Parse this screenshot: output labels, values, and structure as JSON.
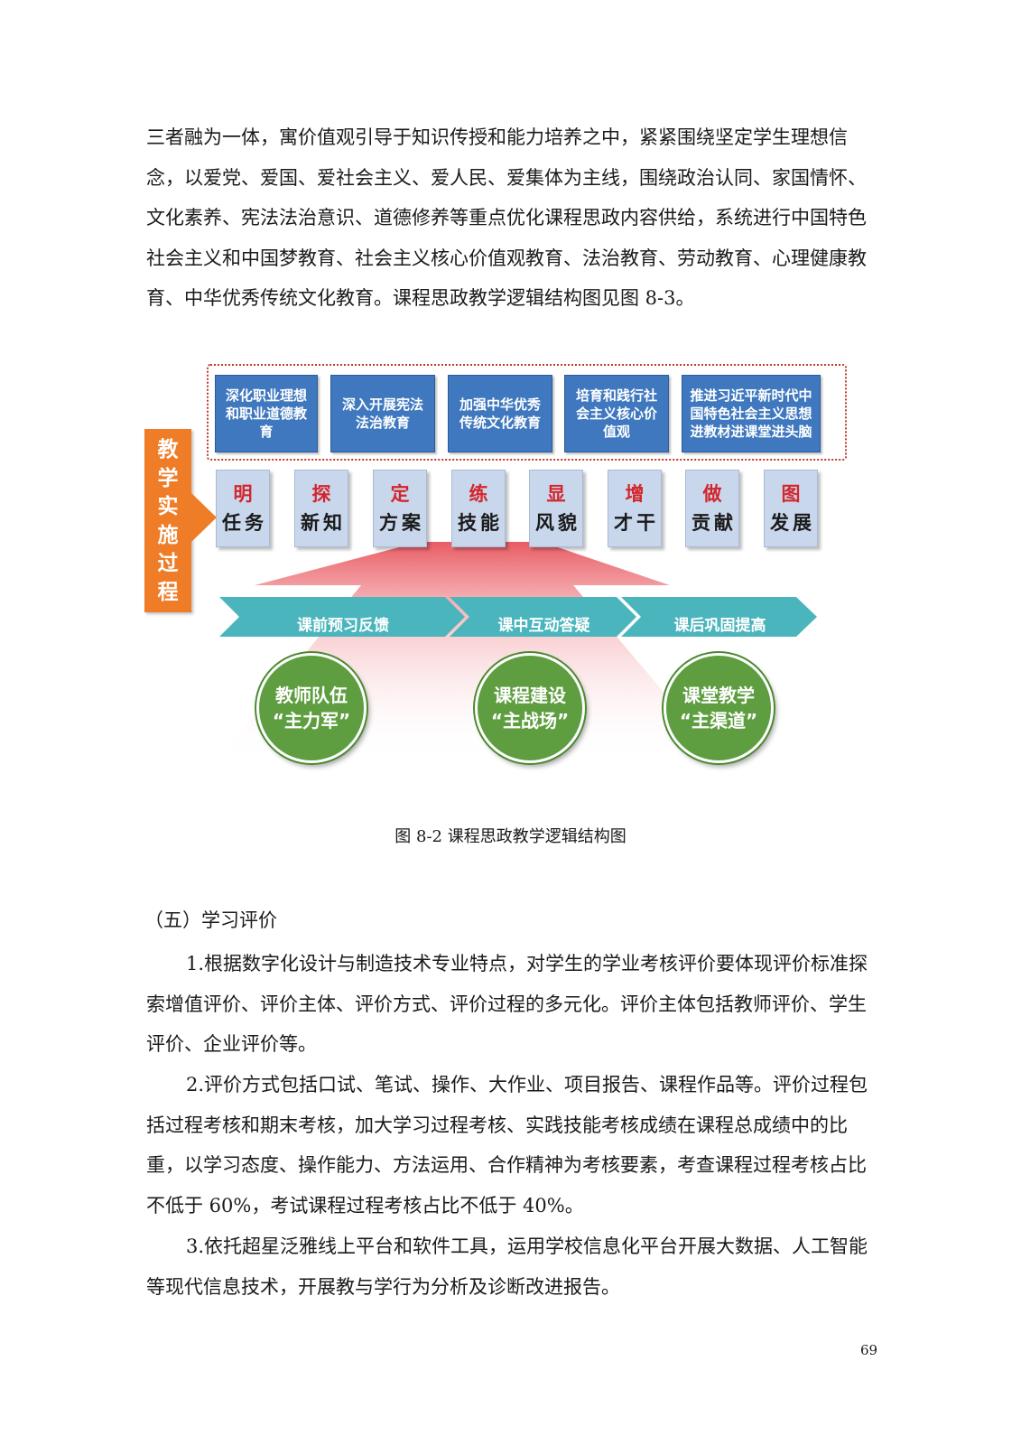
{
  "intro_paragraph": "三者融为一体，寓价值观引导于知识传授和能力培养之中，紧紧围绕坚定学生理想信念，以爱党、爱国、爱社会主义、爱人民、爱集体为主线，围绕政治认同、家国情怀、文化素养、宪法法治意识、道德修养等重点优化课程思政内容供给，系统进行中国特色社会主义和中国梦教育、社会主义核心价值观教育、法治教育、劳动教育、心理健康教育、中华优秀传统文化教育。课程思政教学逻辑结构图见图 8-3。",
  "diagram": {
    "topics": [
      "深化职业理想和职业道德教育",
      "深入开展宪法法治教育",
      "加强中华优秀传统文化教育",
      "培育和践行社会主义核心价值观",
      "推进习近平新时代中国特色社会主义思想进教材进课堂进头脑"
    ],
    "vertical_label": [
      "教",
      "学",
      "实",
      "施",
      "过",
      "程"
    ],
    "steps": [
      {
        "top": "明",
        "bottom": "任务"
      },
      {
        "top": "探",
        "bottom": "新知"
      },
      {
        "top": "定",
        "bottom": "方案"
      },
      {
        "top": "练",
        "bottom": "技能"
      },
      {
        "top": "显",
        "bottom": "风貌"
      },
      {
        "top": "增",
        "bottom": "才干"
      },
      {
        "top": "做",
        "bottom": "贡献"
      },
      {
        "top": "图",
        "bottom": "发展"
      }
    ],
    "stages": [
      "课前预习反馈",
      "课中互动答疑",
      "课后巩固提高"
    ],
    "pillars": [
      {
        "line1": "教师队伍",
        "line2": "“主力军”"
      },
      {
        "line1": "课程建设",
        "line2": "“主战场”"
      },
      {
        "line1": "课堂教学",
        "line2": "“主渠道”"
      }
    ],
    "colors": {
      "topic_blue": "#3f78bf",
      "label_orange": "#ef7d28",
      "step_bg": "#c9d7ec",
      "step_red": "#d3262b",
      "stage_teal": "#4bb5bd",
      "pillar_green": "#5e9e40",
      "frame_red": "#c0392b"
    }
  },
  "caption": "图 8-2 课程思政教学逻辑结构图",
  "section_heading": "（五）学习评价",
  "item1": "1.根据数字化设计与制造技术专业特点，对学生的学业考核评价要体现评价标准探索增值评价、评价主体、评价方式、评价过程的多元化。评价主体包括教师评价、学生评价、企业评价等。",
  "item2": "2.评价方式包括口试、笔试、操作、大作业、项目报告、课程作品等。评价过程包括过程考核和期末考核，加大学习过程考核、实践技能考核成绩在课程总成绩中的比重，以学习态度、操作能力、方法运用、合作精神为考核要素，考查课程过程考核占比不低于 60%，考试课程过程考核占比不低于 40%。",
  "item3": "3.依托超星泛雅线上平台和软件工具，运用学校信息化平台开展大数据、人工智能等现代信息技术，开展教与学行为分析及诊断改进报告。",
  "page_number": "69"
}
